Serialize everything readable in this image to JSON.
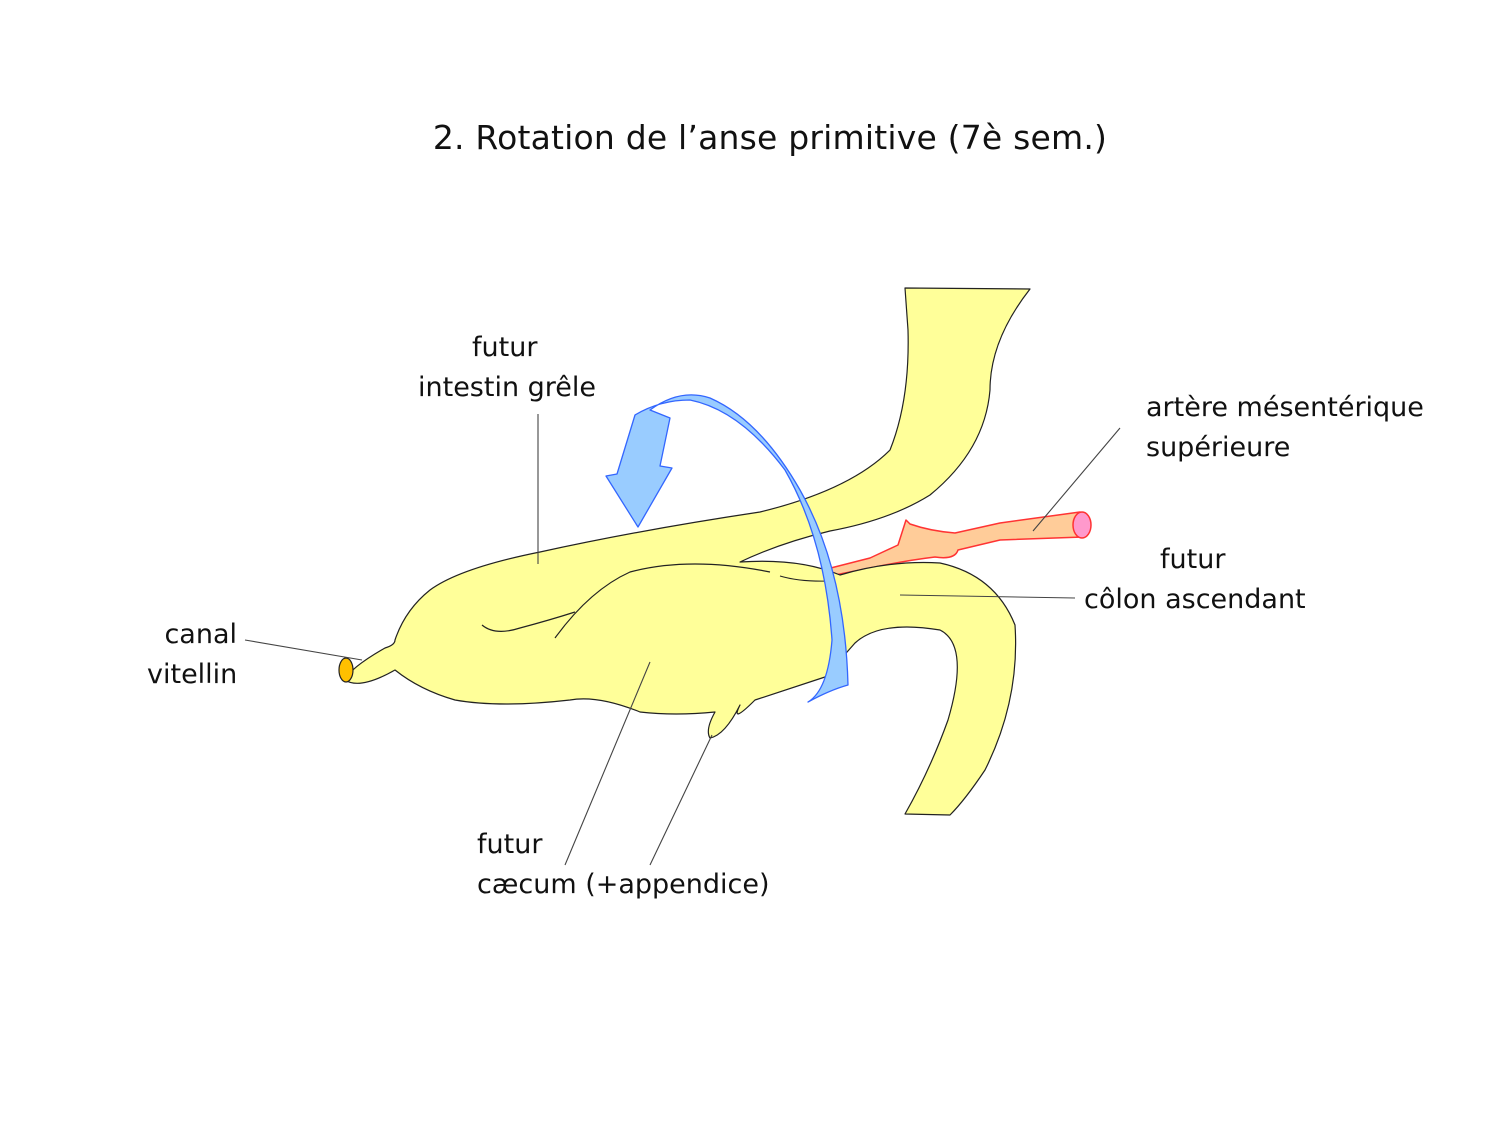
{
  "title": "2. Rotation de l’anse primitive (7è sem.)",
  "labels": {
    "intestin": {
      "line1": "futur",
      "line2": "intestin grêle"
    },
    "artere": {
      "line1": "artère mésentérique",
      "line2": "supérieure"
    },
    "colon": {
      "line1": "futur",
      "line2": "côlon ascendant"
    },
    "canal": {
      "line1": "canal",
      "line2": "vitellin"
    },
    "caecum": {
      "line1": "futur",
      "line2": "cæcum (+appendice)"
    }
  },
  "colors": {
    "gut_fill": "#ffff99",
    "artery_fill": "#ffcc99",
    "artery_stroke": "#ff3333",
    "artery_end": "#ff99cc",
    "arrow_fill": "#99ccff",
    "arrow_stroke": "#3366ff",
    "vitellin_end": "#ffc000"
  }
}
